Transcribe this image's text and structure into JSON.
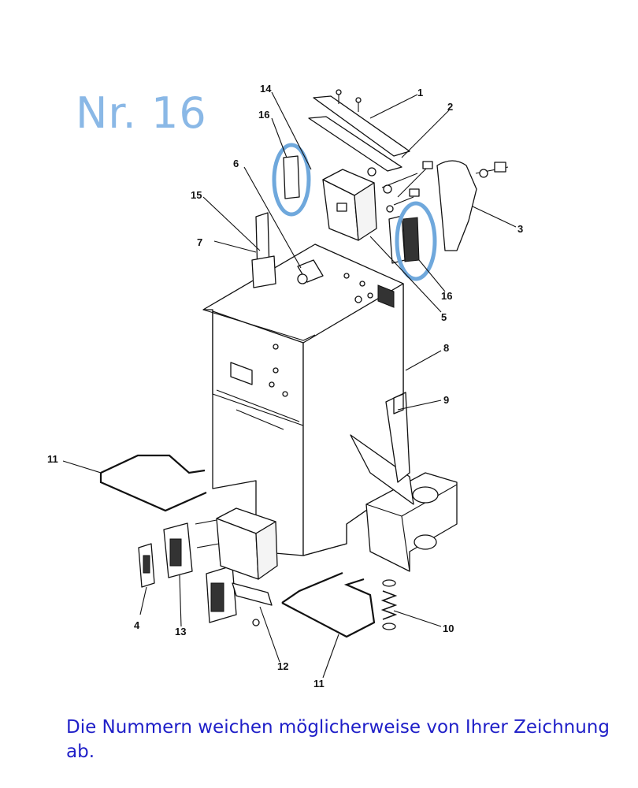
{
  "title": "Nr. 16",
  "caption": "Die Nummern weichen möglicherweise von Ihrer Zeichnung ab.",
  "part_labels": [
    "1",
    "2",
    "3",
    "4",
    "5",
    "6",
    "7",
    "8",
    "9",
    "10",
    "11",
    "11",
    "12",
    "13",
    "14",
    "15",
    "16",
    "16"
  ],
  "highlight_color": "#6fa8dc",
  "title_color": "#8ab8e6",
  "caption_color": "#1f1fc8"
}
